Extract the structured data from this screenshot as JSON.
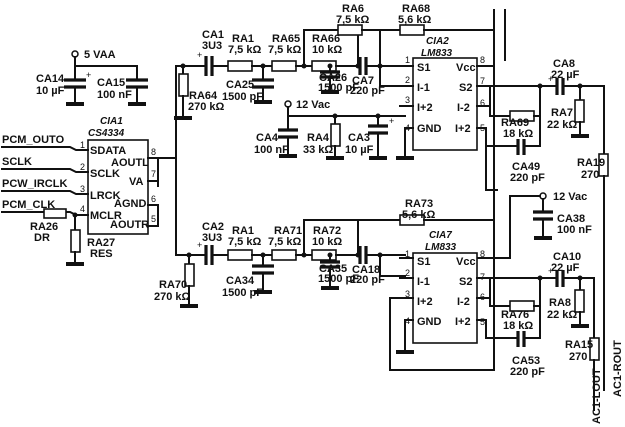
{
  "supplies": {
    "vaa_label": "5 VAA",
    "vac_top_label": "12 Vac",
    "vac_bottom_label": "12 Vac"
  },
  "ic1": {
    "name": "CIA1",
    "part": "CS4334",
    "pins_left": [
      "SDATA",
      "SCLK",
      "LRCK",
      "MCLR"
    ],
    "pins_left_nums": [
      "1",
      "2",
      "3",
      "4"
    ],
    "pins_right": [
      "AOUTL",
      "VA",
      "AGND",
      "AOUTR"
    ],
    "pins_right_nums": [
      "8",
      "7",
      "6",
      "5"
    ]
  },
  "inputs": [
    "PCM_OUTO",
    "SCLK",
    "PCW_IRCLK",
    "PCM_CLK"
  ],
  "ic2": {
    "name": "CIA2",
    "part": "LM833",
    "pins_left": [
      "S1",
      "I-1",
      "I+2",
      "GND"
    ],
    "pins_left_nums": [
      "1",
      "2",
      "3",
      "4"
    ],
    "pins_right": [
      "Vcc",
      "S2",
      "I-2",
      "I+2"
    ],
    "pins_right_nums": [
      "8",
      "7",
      "6",
      "5"
    ]
  },
  "ic7": {
    "name": "CIA7",
    "part": "LM833",
    "pins_left": [
      "S1",
      "I-1",
      "I+2",
      "GND"
    ],
    "pins_left_nums": [
      "1",
      "2",
      "3",
      "4"
    ],
    "pins_right": [
      "Vcc",
      "S2",
      "I-2",
      "I+2"
    ],
    "pins_right_nums": [
      "8",
      "7",
      "6",
      "5"
    ]
  },
  "components": {
    "ca14": "CA14",
    "ca14_v": "10 µF",
    "ca15": "CA15",
    "ca15_v": "100 nF",
    "ra26": "RA26",
    "ra26_v": "DR",
    "ra27": "RA27",
    "ra27_v": "RES",
    "ra64": "RA64",
    "ra64_v": "270 kΩ",
    "ra70": "RA70",
    "ra70_v": "270 kΩ",
    "ca1": "CA1",
    "ca1_v": "3U3",
    "ca2": "CA2",
    "ca2_v": "3U3",
    "ra1a": "RA1",
    "ra1a_v": "7,5 kΩ",
    "ra1b": "RA1",
    "ra1b_v": "7,5 kΩ",
    "ra65": "RA65",
    "ra65_v": "7,5 kΩ",
    "ra71": "RA71",
    "ra71_v": "7,5 kΩ",
    "ca25": "CA25",
    "ca25_v": "1500 pF",
    "ca34": "CA34",
    "ca34_v": "1500 pF",
    "ra66": "RA66",
    "ra66_v": "10 kΩ",
    "ra72": "RA72",
    "ra72_v": "10 kΩ",
    "ca26": "CA26",
    "ca26_v": "1500 pF",
    "ca35": "CA35",
    "ca35_v": "1500 pF",
    "ca7": "CA7",
    "ca7_v": "220 pF",
    "ca18": "CA18",
    "ca18_v": "220 pF",
    "ra6": "RA6",
    "ra6_v": "7,5 kΩ",
    "ra68": "RA68",
    "ra68_v": "5,6 kΩ",
    "ra73": "RA73",
    "ra73_v": "5,6 kΩ",
    "ca4": "CA4",
    "ca4_v": "100 nF",
    "ra4": "RA4",
    "ra4_v": "33 kΩ",
    "ca3": "CA3",
    "ca3_v": "10 µF",
    "ca8": "CA8",
    "ca8_v": "22 µF",
    "ca10": "CA10",
    "ca10_v": "22 µF",
    "ra69": "RA69",
    "ra69_v": "18 kΩ",
    "ra76": "RA76",
    "ra76_v": "18 kΩ",
    "ra7": "RA7",
    "ra7_v": "22 kΩ",
    "ra8": "RA8",
    "ra8_v": "22 kΩ",
    "ca49": "CA49",
    "ca49_v": "220 pF",
    "ca53": "CA53",
    "ca53_v": "220 pF",
    "ra19": "RA19",
    "ra19_v": "270",
    "ra15": "RA15",
    "ra15_v": "270",
    "ca38": "CA38",
    "ca38_v": "100 nF"
  },
  "outputs": [
    "AC1-LOUT",
    "AC1-ROUT"
  ]
}
